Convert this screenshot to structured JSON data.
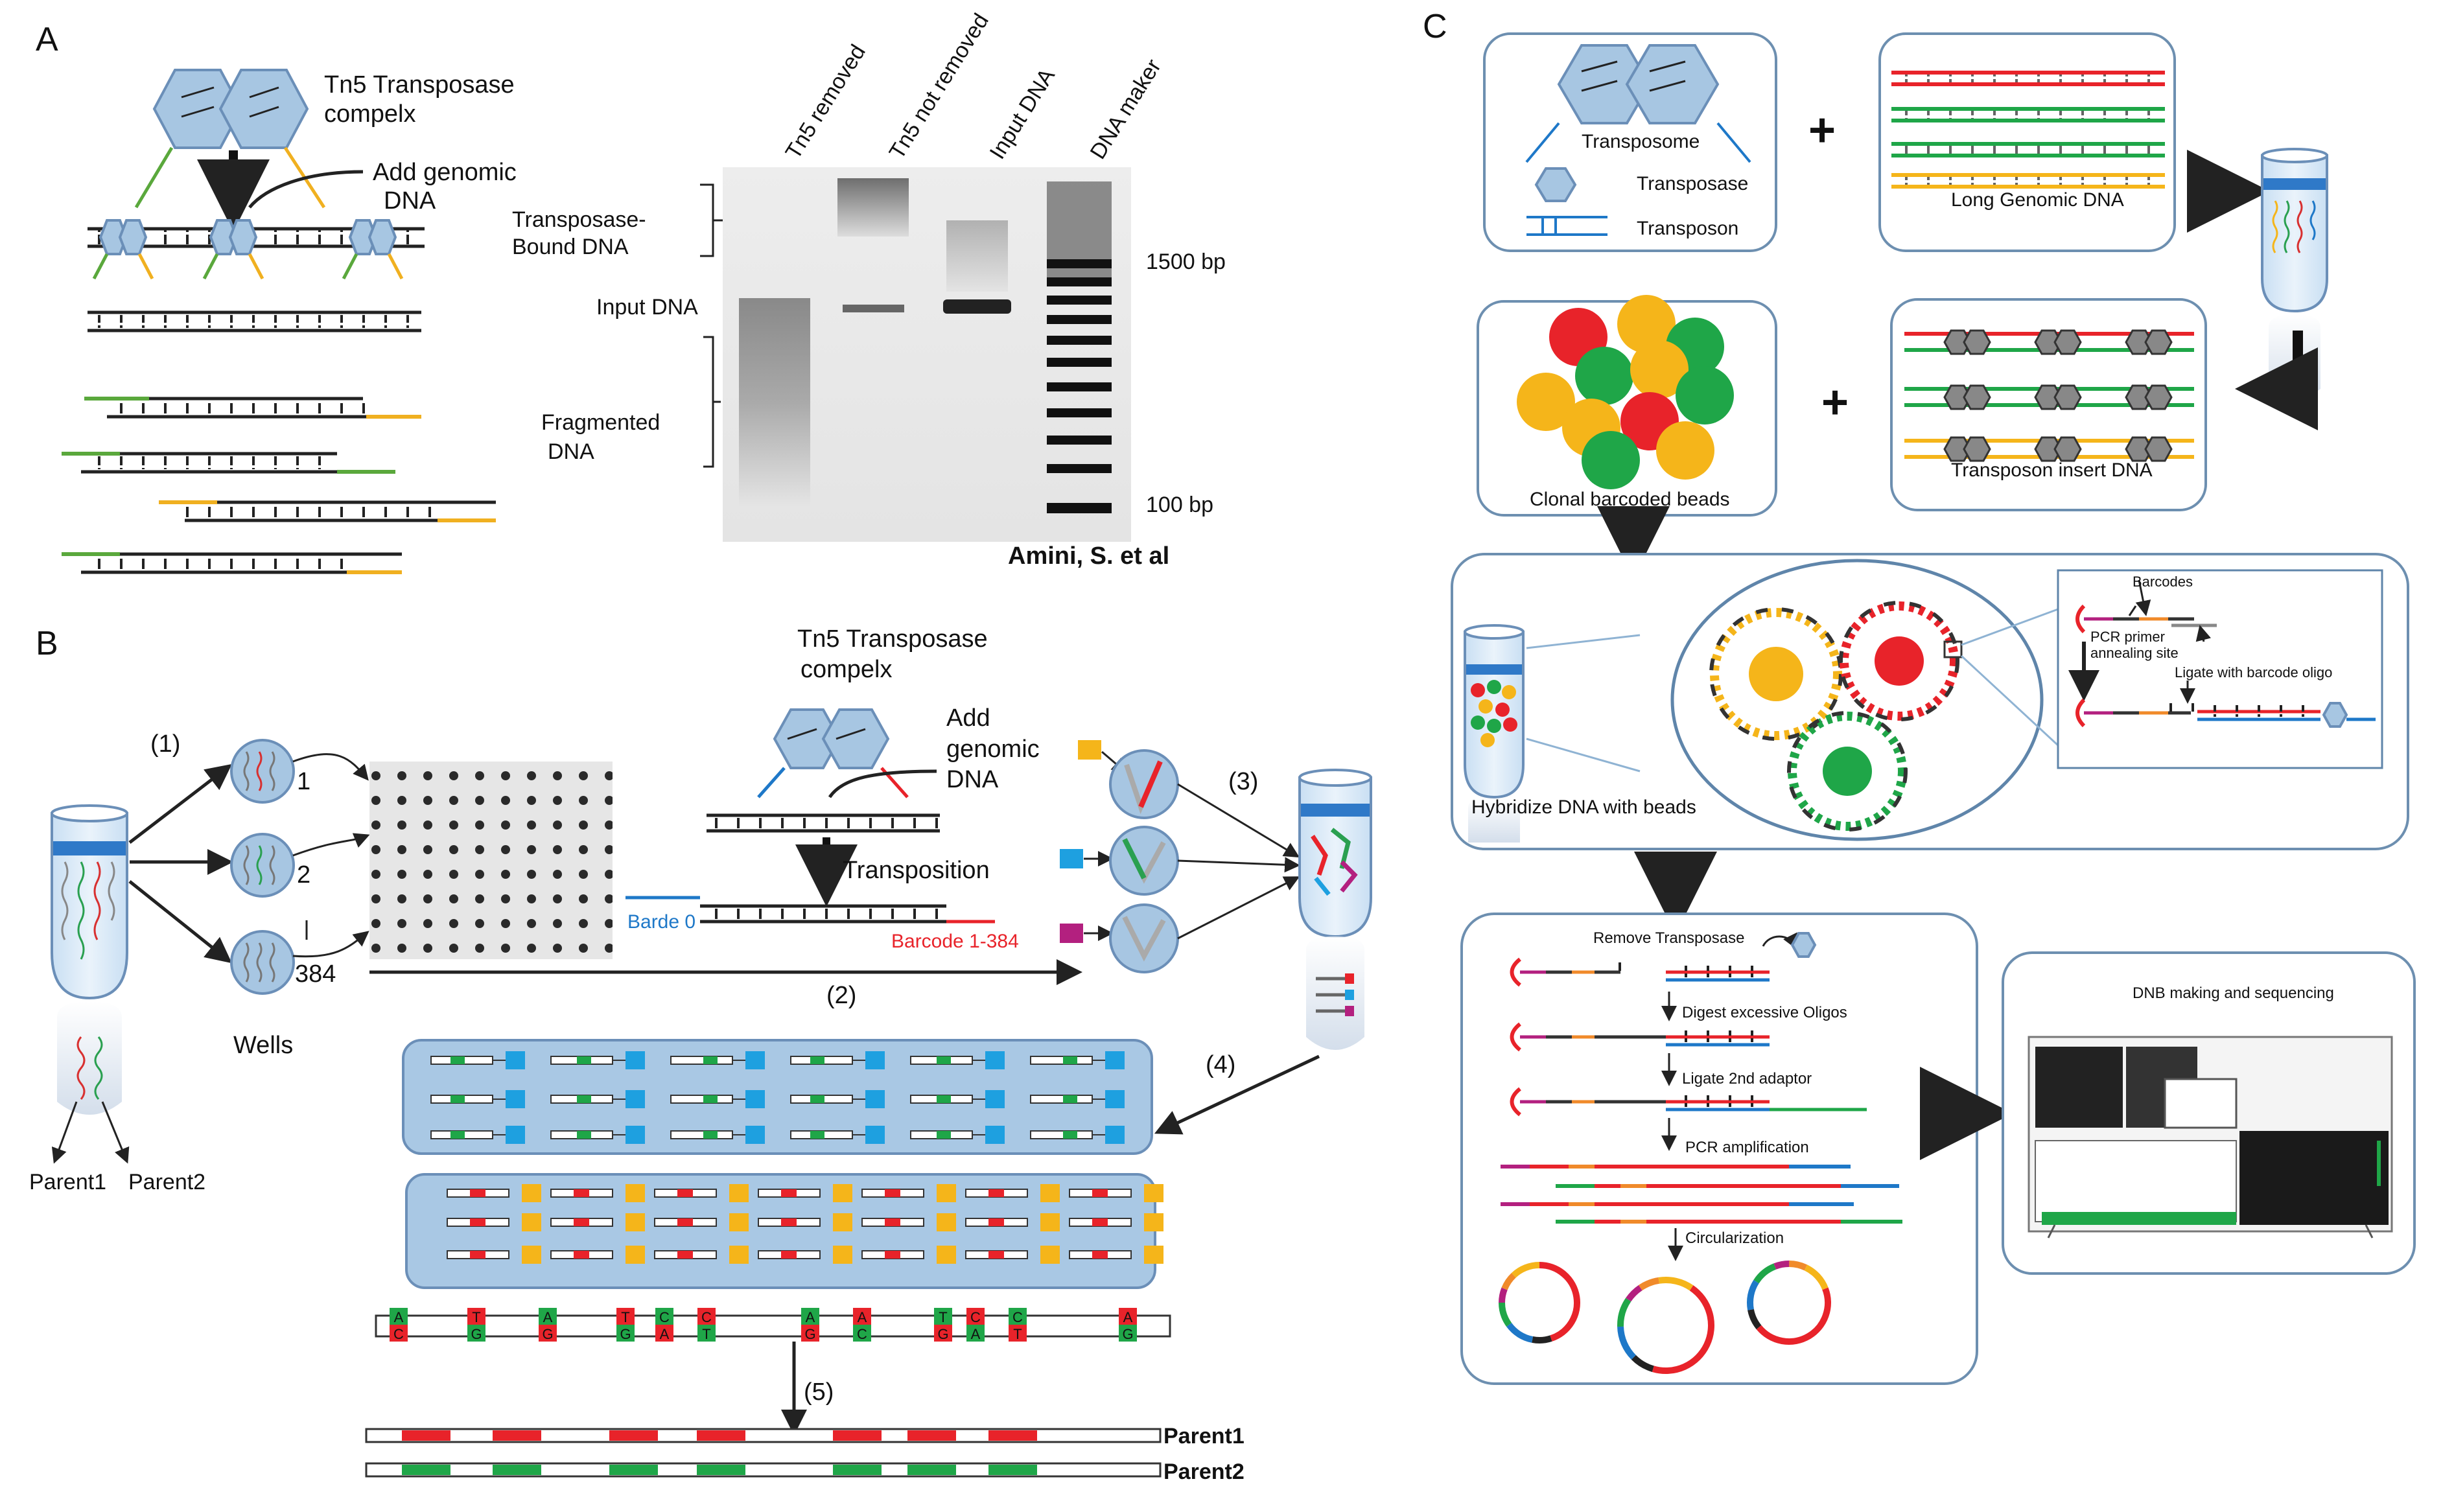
{
  "panel_a": {
    "letter": "A",
    "complex_label_1": "Tn5 Transposase",
    "complex_label_2": "compelx",
    "add_label_1": "Add genomic",
    "add_label_2": "DNA",
    "gel": {
      "lanes": [
        "Tn5 removed",
        "Tn5 not removed",
        "Input DNA",
        "DNA maker"
      ],
      "left_labels": {
        "bound_1": "Transposase-",
        "bound_2": "Bound DNA",
        "input": "Input DNA",
        "frag_1": "Fragmented",
        "frag_2": "DNA"
      },
      "size_labels": [
        "1500 bp",
        "100 bp"
      ],
      "credit": "Amini, S. et al"
    }
  },
  "panel_b": {
    "letter": "B",
    "steps": [
      "(1)",
      "(2)",
      "(3)",
      "(4)",
      "(5)"
    ],
    "well_numbers": [
      "1",
      "2",
      "384"
    ],
    "wells_label": "Wells",
    "complex_label_1": "Tn5 Transposase",
    "complex_label_2": "compelx",
    "add_label_1": "Add",
    "add_label_2": "genomic",
    "add_label_3": "DNA",
    "transposition": "Transposition",
    "barcode_0": "Barde 0",
    "barcode_range": "Barcode 1-384",
    "parents": [
      "Parent1",
      "Parent2"
    ],
    "snp_letters": [
      [
        "A",
        "C"
      ],
      [
        "T",
        "G"
      ],
      [
        "A",
        "G"
      ],
      [
        "T",
        "G"
      ],
      [
        "C",
        "A"
      ],
      [
        "C",
        "T"
      ],
      [
        "A",
        "G"
      ],
      [
        "A",
        "C"
      ],
      [
        "T",
        "G"
      ],
      [
        "C",
        "A"
      ],
      [
        "C",
        "T"
      ],
      [
        "A",
        "G"
      ]
    ]
  },
  "panel_c": {
    "letter": "C",
    "transposome": "Transposome",
    "transposase": "Transposase",
    "transposon": "Transposon",
    "long_dna": "Long Genomic DNA",
    "beads": "Clonal barcoded beads",
    "insert_dna": "Transposon insert DNA",
    "hybridize": "Hybridize DNA with beads",
    "barcodes": "Barcodes",
    "pcr_primer_1": "PCR primer",
    "pcr_primer_2": "annealing site",
    "ligate_barcode": "Ligate with barcode oligo",
    "remove": "Remove Transposase",
    "digest": "Digest excessive Oligos",
    "ligate_2nd": "Ligate 2nd adaptor",
    "pcr_amp": "PCR amplification",
    "circ": "Circularization",
    "dnb": "DNB making and sequencing",
    "plus": "+"
  },
  "colors": {
    "red": "#e8232a",
    "green": "#1fa648",
    "yellow": "#f5b51a",
    "blue": "#1e78c8",
    "lightblue": "#a7c6e2",
    "magenta": "#b3207f",
    "orange": "#f08a2a"
  }
}
